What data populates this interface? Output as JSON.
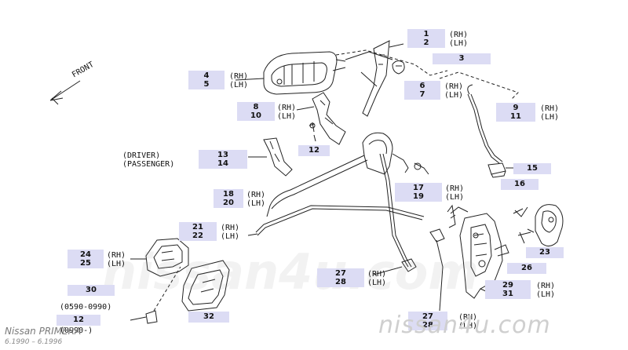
{
  "front": {
    "label": "FRONT"
  },
  "callouts": {
    "c1_2": {
      "a": "1",
      "b": "2",
      "side": "(RH)\n(LH)"
    },
    "c3": {
      "a": "3"
    },
    "c4_5": {
      "a": "4",
      "b": "5",
      "side": "(RH)\n(LH)"
    },
    "c6_7": {
      "a": "6",
      "b": "7",
      "side": "(RH)\n(LH)"
    },
    "c8_10": {
      "a": "8",
      "b": "10",
      "side": "(RH)\n(LH)"
    },
    "c9_11": {
      "a": "9",
      "b": "11",
      "side": "(RH)\n(LH)"
    },
    "c12a": {
      "a": "12"
    },
    "c13_14": {
      "a": "13",
      "b": "14",
      "side": "(DRIVER)\n(PASSENGER)"
    },
    "c15": {
      "a": "15"
    },
    "c16": {
      "a": "16"
    },
    "c17_19": {
      "a": "17",
      "b": "19",
      "side": "(RH)\n(LH)"
    },
    "c18_20": {
      "a": "18",
      "b": "20",
      "side": "(RH)\n(LH)"
    },
    "c21_22": {
      "a": "21",
      "b": "22",
      "side": "(RH)\n(LH)"
    },
    "c23": {
      "a": "23"
    },
    "c24_25": {
      "a": "24",
      "b": "25",
      "side": "(RH)\n(LH)"
    },
    "c26": {
      "a": "26"
    },
    "c27_28a": {
      "a": "27",
      "b": "28",
      "side": "(RH)\n(LH)"
    },
    "c27_28b": {
      "a": "27",
      "b": "28",
      "side": "(RH)\n(LH)"
    },
    "c29_31": {
      "a": "29",
      "b": "31",
      "side": "(RH)\n(LH)"
    },
    "c30": {
      "a": "30"
    },
    "c12b": {
      "a": "12",
      "note_top": "(0590-0990)",
      "note_bottom": "(0990-)"
    },
    "c32": {
      "a": "32"
    }
  },
  "footer": {
    "title": "Nissan PRIMERA",
    "years": "6.1990 – 6.1996"
  },
  "watermark": "nissan4u.com",
  "watermark_center": "nissan4u.com",
  "colors": {
    "callout_bg": "#dcdcf4",
    "line": "#222222"
  }
}
